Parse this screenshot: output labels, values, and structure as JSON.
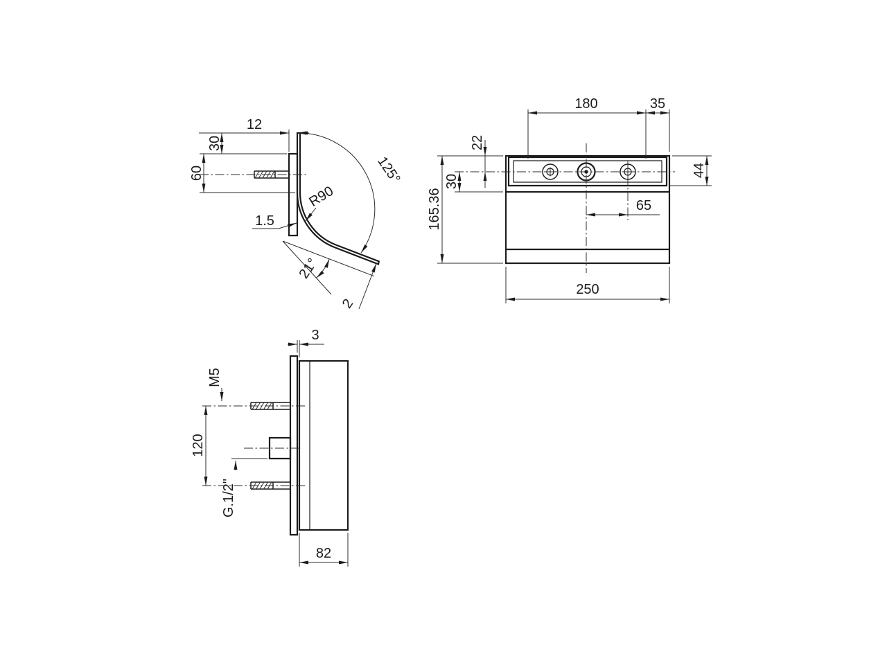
{
  "page": {
    "background": "#ffffff"
  },
  "drawing": {
    "line_color": "#1c1c1c",
    "views": {
      "side_profile": {
        "name": "side-profile-view",
        "dims": {
          "top_width": "12",
          "top_to_plate": "30",
          "plate_to_bend": "60",
          "sheet_thickness": "1.5",
          "bend_radius": "R90",
          "sweep_angle": "125°",
          "tip_angle": "21°",
          "tip_thickness": "2"
        }
      },
      "front": {
        "name": "front-view",
        "dims": {
          "hole_span": "180",
          "right_edge_offset": "35",
          "top_to_axis": "22",
          "axis_to_shelf": "30",
          "total_height": "165.36",
          "bracket_height": "44",
          "center_to_hole": "65",
          "total_width": "250"
        }
      },
      "side_elevation": {
        "name": "side-elevation-view",
        "dims": {
          "gap": "3",
          "stud_thread": "M5",
          "stud_spacing": "120",
          "pipe_thread": "G.1/2\"",
          "depth": "82"
        }
      }
    }
  }
}
